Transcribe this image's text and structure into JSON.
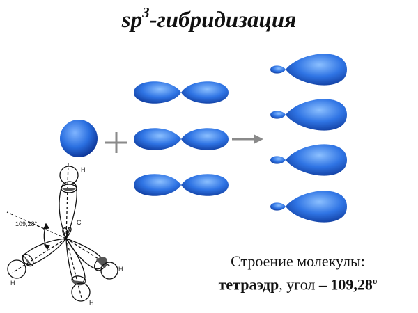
{
  "title": {
    "main": "sp",
    "superscript": "3",
    "rest": "-гибридизация"
  },
  "caption": {
    "line1": "Строение молекулы:",
    "shape_word": "тетраэдр",
    "angle_text": ", угол – ",
    "angle_value": "109,28",
    "degree_mark": "o"
  },
  "diagram_labels": {
    "angle": "109,28°",
    "center_atom": "C",
    "hydrogen": "H"
  },
  "operators": {
    "plus": "+",
    "arrow": "→"
  },
  "colors": {
    "orbital_dark": "#0a2f8f",
    "orbital_light": "#4a8cf0",
    "operator": "#888888"
  }
}
